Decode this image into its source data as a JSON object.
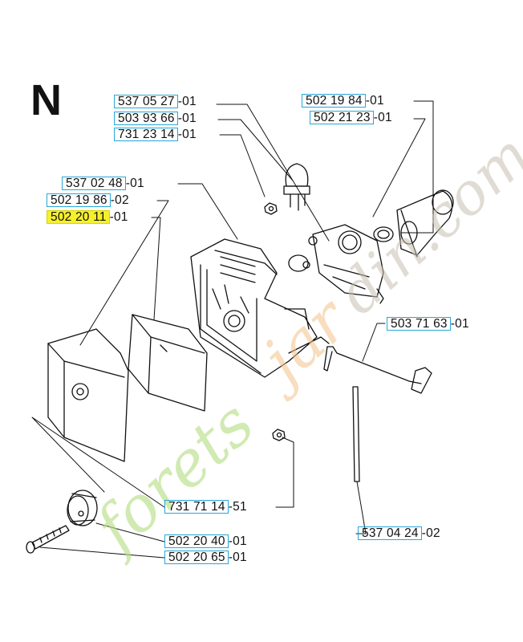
{
  "section_letter": "N",
  "watermark": {
    "text": "foretsjardin.com",
    "colors": [
      "#b8e08a",
      "#f4c28a",
      "#c7c0b2"
    ]
  },
  "label_box_color": "#27a7d6",
  "highlight_color": "#f5f02c",
  "labels": [
    {
      "number": "537 05 27",
      "suffix": "-01"
    },
    {
      "number": "503 93 66",
      "suffix": "-01"
    },
    {
      "number": "731 23 14",
      "suffix": "-01"
    },
    {
      "number": "502 19 84",
      "suffix": "-01"
    },
    {
      "number": "502 21 23",
      "suffix": "-01"
    },
    {
      "number": "537 02 48",
      "suffix": "-01"
    },
    {
      "number": "502 19 86",
      "suffix": "-02"
    },
    {
      "number": "502 20 11",
      "suffix": "-01",
      "highlighted": true
    },
    {
      "number": "503 71 63",
      "suffix": "-01"
    },
    {
      "number": "731 71 14",
      "suffix": "-51"
    },
    {
      "number": "502 20 40",
      "suffix": "-01"
    },
    {
      "number": "537 04 24",
      "suffix": "-02"
    },
    {
      "number": "502 20 65",
      "suffix": "-01"
    }
  ]
}
